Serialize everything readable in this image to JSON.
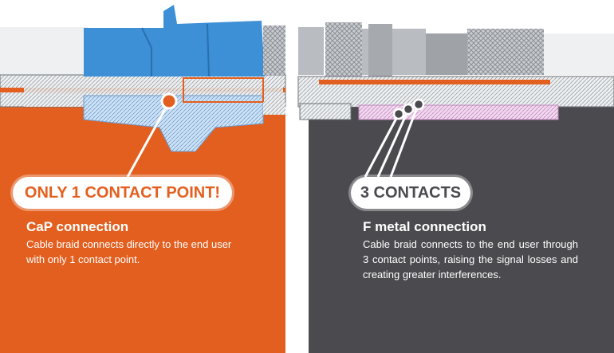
{
  "left": {
    "badge": "ONLY 1 CONTACT POINT!",
    "title": "CaP connection",
    "description": "Cable braid connects directly to the end user with only 1 contact point.",
    "accent_color": "#e35f1f"
  },
  "right": {
    "badge": "3 CONTACTS",
    "title": "F metal connection",
    "description": "Cable braid connects to the end user through 3 contact points, raising the signal losses and creating greater interferences.",
    "accent_color": "#4a4a4f"
  },
  "colors": {
    "connector_blue": "#3d8fd6",
    "cable_white": "#eef0f1",
    "metal": "#b9bcc0",
    "pink_part": "#d9a7d6"
  }
}
